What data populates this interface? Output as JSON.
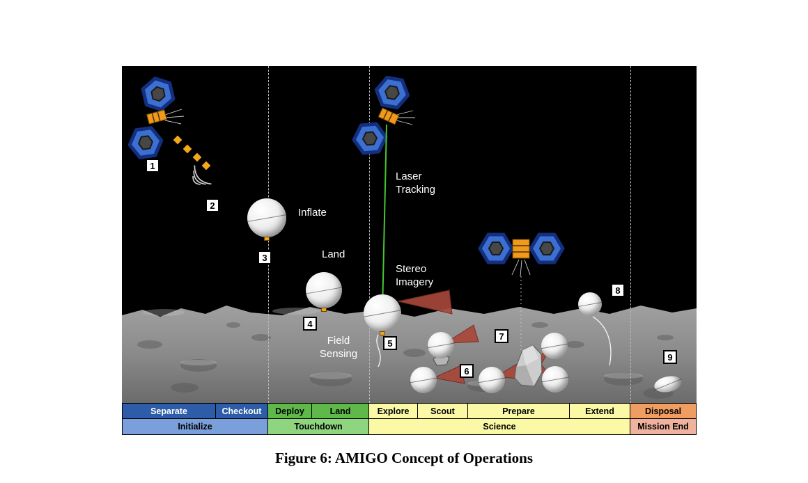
{
  "figure": {
    "caption": "Figure 6: AMIGO Concept of Operations"
  },
  "annotations": {
    "inflate": "Inflate",
    "land": "Land",
    "laser_tracking": "Laser Tracking",
    "stereo_imagery": "Stereo Imagery",
    "field_sensing": "Field Sensing"
  },
  "markers": [
    "1",
    "2",
    "3",
    "4",
    "5",
    "6",
    "7",
    "8",
    "9"
  ],
  "colors": {
    "sky": "#000000",
    "laser": "#47c532",
    "spacecraft_body": "#3b6fd2",
    "connector_orange": "#f0991c",
    "sensor_cone": "#a8473a"
  },
  "phases": {
    "row1": [
      {
        "label": "Separate",
        "bg": "#2d5da9",
        "fg": "#ffffff"
      },
      {
        "label": "Checkout",
        "bg": "#2d5da9",
        "fg": "#ffffff"
      },
      {
        "label": "Deploy",
        "bg": "#5eb84a",
        "fg": "#000000"
      },
      {
        "label": "Land",
        "bg": "#5eb84a",
        "fg": "#000000"
      },
      {
        "label": "Explore",
        "bg": "#fbf9a6",
        "fg": "#000000"
      },
      {
        "label": "Scout",
        "bg": "#fbf9a6",
        "fg": "#000000"
      },
      {
        "label": "Prepare",
        "bg": "#fbf9a6",
        "fg": "#000000"
      },
      {
        "label": "Extend",
        "bg": "#fbf9a6",
        "fg": "#000000"
      },
      {
        "label": "Disposal",
        "bg": "#f09d62",
        "fg": "#000000"
      }
    ],
    "row2": [
      {
        "label": "Initialize",
        "bg": "#7b9fdb",
        "fg": "#000000"
      },
      {
        "label": "Touchdown",
        "bg": "#8fd47f",
        "fg": "#000000"
      },
      {
        "label": "Science",
        "bg": "#fbf9a6",
        "fg": "#000000"
      },
      {
        "label": "Mission End",
        "bg": "#eeb29e",
        "fg": "#000000"
      }
    ]
  }
}
